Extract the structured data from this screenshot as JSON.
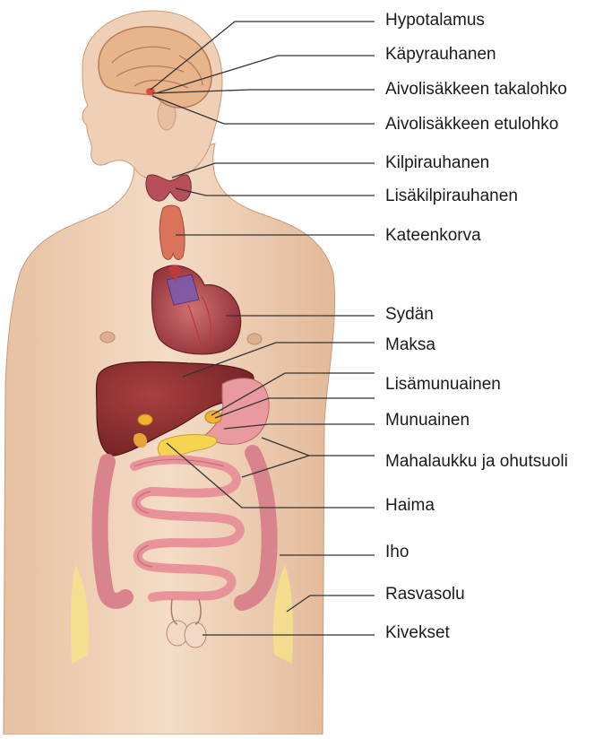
{
  "labels": {
    "hypothalamus": "Hypotalamus",
    "pineal": "Käpyrauhanen",
    "posterior_pituitary": "Aivolisäkkeen takalohko",
    "anterior_pituitary": "Aivolisäkkeen etulohko",
    "thyroid": "Kilpirauhanen",
    "parathyroid": "Lisäkilpirauhanen",
    "thymus": "Kateenkorva",
    "heart": "Sydän",
    "liver": "Maksa",
    "adrenal": "Lisämunuainen",
    "kidney": "Munuainen",
    "stomach_intestine": "Mahalaukku ja ohutsuoli",
    "pancreas": "Haima",
    "skin": "Iho",
    "adipocyte": "Rasvasolu",
    "testes": "Kivekset"
  },
  "colors": {
    "skin": "#f0d4bc",
    "skin_shade": "#d9b08e",
    "brain": "#e8b48c",
    "heart": "#a8444a",
    "liver": "#8a2c2c",
    "intestine": "#e8939a",
    "gland": "#f2b233",
    "thyroid": "#b5505a",
    "fat": "#f4e08a",
    "leader_line": "#333333"
  }
}
